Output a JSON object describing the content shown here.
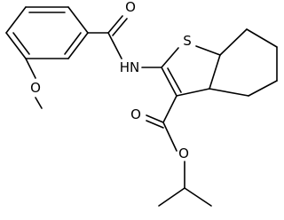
{
  "molecule": {
    "atoms": {
      "carbonyl_oxygen": "O",
      "amide_nh": "HN",
      "thiophene_sulfur": "S",
      "methoxy_oxygen": "O",
      "ester_carbonyl_oxygen": "O",
      "ester_oxygen": "O"
    }
  }
}
